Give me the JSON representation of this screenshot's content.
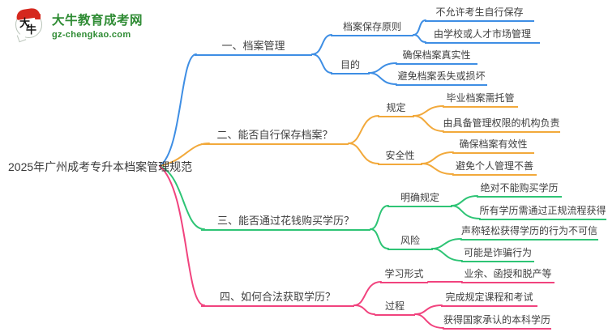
{
  "logo": {
    "site_name": "大牛教育成考网",
    "site_url": "gz-chengkao.com",
    "icon_char1": "大",
    "icon_char2": "牛"
  },
  "colors": {
    "branch1_blue": "#3e8ee4",
    "branch2_orange": "#f2a93b",
    "branch3_green": "#2ec475",
    "branch4_pink": "#f1437e",
    "logo_green": "#2e8b33",
    "logo_red": "#d5281e",
    "text": "#3f3f3f"
  },
  "mindmap": {
    "root": "2025年广州成考专升本档案管理规范",
    "branches": [
      {
        "label": "一、档案管理",
        "color": "#3e8ee4",
        "children": [
          {
            "label": "档案保存原则",
            "children": [
              {
                "label": "不允许考生自行保存"
              },
              {
                "label": "由学校或人才市场管理"
              }
            ]
          },
          {
            "label": "目的",
            "children": [
              {
                "label": "确保档案真实性"
              },
              {
                "label": "避免档案丢失或损坏"
              }
            ]
          }
        ]
      },
      {
        "label": "二、能否自行保存档案？",
        "color": "#f2a93b",
        "children": [
          {
            "label": "规定",
            "children": [
              {
                "label": "毕业档案需托管"
              },
              {
                "label": "由具备管理权限的机构负责"
              }
            ]
          },
          {
            "label": "安全性",
            "children": [
              {
                "label": "确保档案有效性"
              },
              {
                "label": "避免个人管理不善"
              }
            ]
          }
        ]
      },
      {
        "label": "三、能否通过花钱购买学历？",
        "color": "#2ec475",
        "children": [
          {
            "label": "明确规定",
            "children": [
              {
                "label": "绝对不能购买学历"
              },
              {
                "label": "所有学历需通过正规流程获得"
              }
            ]
          },
          {
            "label": "风险",
            "children": [
              {
                "label": "声称轻松获得学历的行为不可信"
              },
              {
                "label": "可能是诈骗行为"
              }
            ]
          }
        ]
      },
      {
        "label": "四、如何合法获取学历？",
        "color": "#f1437e",
        "children": [
          {
            "label": "学习形式",
            "children": [
              {
                "label": "业余、函授和脱产等"
              }
            ]
          },
          {
            "label": "过程",
            "children": [
              {
                "label": "完成规定课程和考试"
              },
              {
                "label": "获得国家承认的本科学历"
              }
            ]
          }
        ]
      }
    ]
  }
}
